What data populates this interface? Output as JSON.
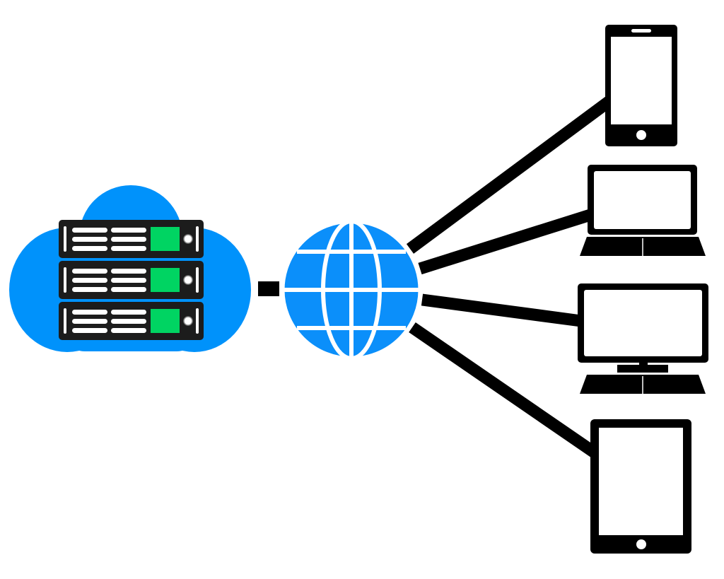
{
  "diagram": {
    "nodes": [
      "cloud-server-rack",
      "internet-globe",
      "smartphone",
      "laptop",
      "desktop-computer",
      "tablet"
    ],
    "edges": [
      [
        "cloud-server-rack",
        "internet-globe"
      ],
      [
        "internet-globe",
        "smartphone"
      ],
      [
        "internet-globe",
        "laptop"
      ],
      [
        "internet-globe",
        "desktop-computer"
      ],
      [
        "internet-globe",
        "tablet"
      ]
    ]
  },
  "colors": {
    "cloud": "#0092fb",
    "globe": "#0b8ffa",
    "server_body": "#1c1c1c",
    "server_led": "#00d462",
    "device": "#000000"
  }
}
